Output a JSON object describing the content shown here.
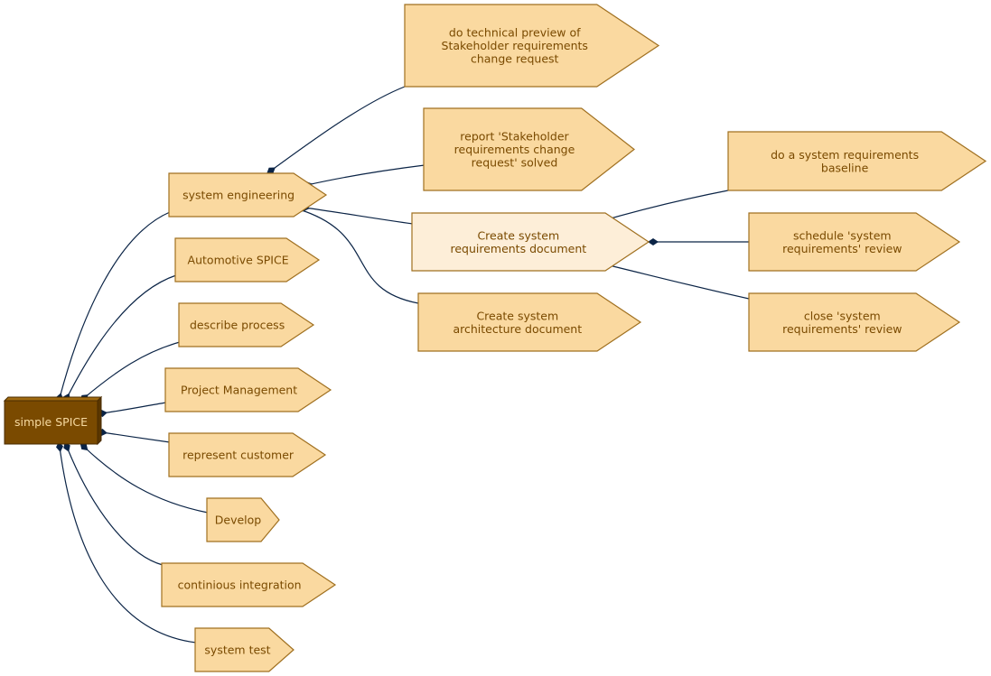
{
  "diagram": {
    "root": {
      "id": "simple-spice",
      "label": [
        "simple SPICE"
      ]
    },
    "nodes": [
      {
        "id": "system-engineering",
        "label": [
          "system engineering"
        ]
      },
      {
        "id": "automotive-spice",
        "label": [
          "Automotive SPICE"
        ]
      },
      {
        "id": "describe-process",
        "label": [
          "describe process"
        ]
      },
      {
        "id": "project-management",
        "label": [
          "Project Management"
        ]
      },
      {
        "id": "represent-customer",
        "label": [
          "represent customer"
        ]
      },
      {
        "id": "develop",
        "label": [
          "Develop"
        ]
      },
      {
        "id": "continious-integration",
        "label": [
          "continious integration"
        ]
      },
      {
        "id": "system-test",
        "label": [
          "system test"
        ]
      },
      {
        "id": "do-technical-preview",
        "label": [
          "do technical preview of",
          "Stakeholder requirements",
          "change request"
        ]
      },
      {
        "id": "report-solved",
        "label": [
          "report 'Stakeholder",
          "requirements change",
          "request' solved"
        ]
      },
      {
        "id": "create-sys-req-doc",
        "label": [
          "Create system",
          "requirements document"
        ],
        "highlight": true
      },
      {
        "id": "create-sys-arch-doc",
        "label": [
          "Create system",
          "architecture document"
        ]
      },
      {
        "id": "do-baseline",
        "label": [
          "do a system requirements",
          "baseline"
        ]
      },
      {
        "id": "schedule-review",
        "label": [
          "schedule 'system",
          "requirements' review"
        ]
      },
      {
        "id": "close-review",
        "label": [
          "close 'system",
          "requirements' review"
        ]
      }
    ],
    "edges": [
      {
        "from": "simple-spice",
        "to": "system-engineering"
      },
      {
        "from": "simple-spice",
        "to": "automotive-spice"
      },
      {
        "from": "simple-spice",
        "to": "describe-process"
      },
      {
        "from": "simple-spice",
        "to": "project-management"
      },
      {
        "from": "simple-spice",
        "to": "represent-customer"
      },
      {
        "from": "simple-spice",
        "to": "develop"
      },
      {
        "from": "simple-spice",
        "to": "continious-integration"
      },
      {
        "from": "simple-spice",
        "to": "system-test"
      },
      {
        "from": "system-engineering",
        "to": "do-technical-preview"
      },
      {
        "from": "system-engineering",
        "to": "report-solved"
      },
      {
        "from": "system-engineering",
        "to": "create-sys-req-doc"
      },
      {
        "from": "system-engineering",
        "to": "create-sys-arch-doc"
      },
      {
        "from": "create-sys-req-doc",
        "to": "do-baseline"
      },
      {
        "from": "create-sys-req-doc",
        "to": "schedule-review"
      },
      {
        "from": "create-sys-req-doc",
        "to": "close-review"
      }
    ],
    "colors": {
      "node_fill": "#fad9a0",
      "node_fill_highlight": "#fdeed8",
      "node_stroke": "#a07020",
      "node_text": "#7a4a00",
      "root_fill": "#7a4a00",
      "root_text": "#f6d9a0",
      "edge": "#0b2446"
    }
  }
}
